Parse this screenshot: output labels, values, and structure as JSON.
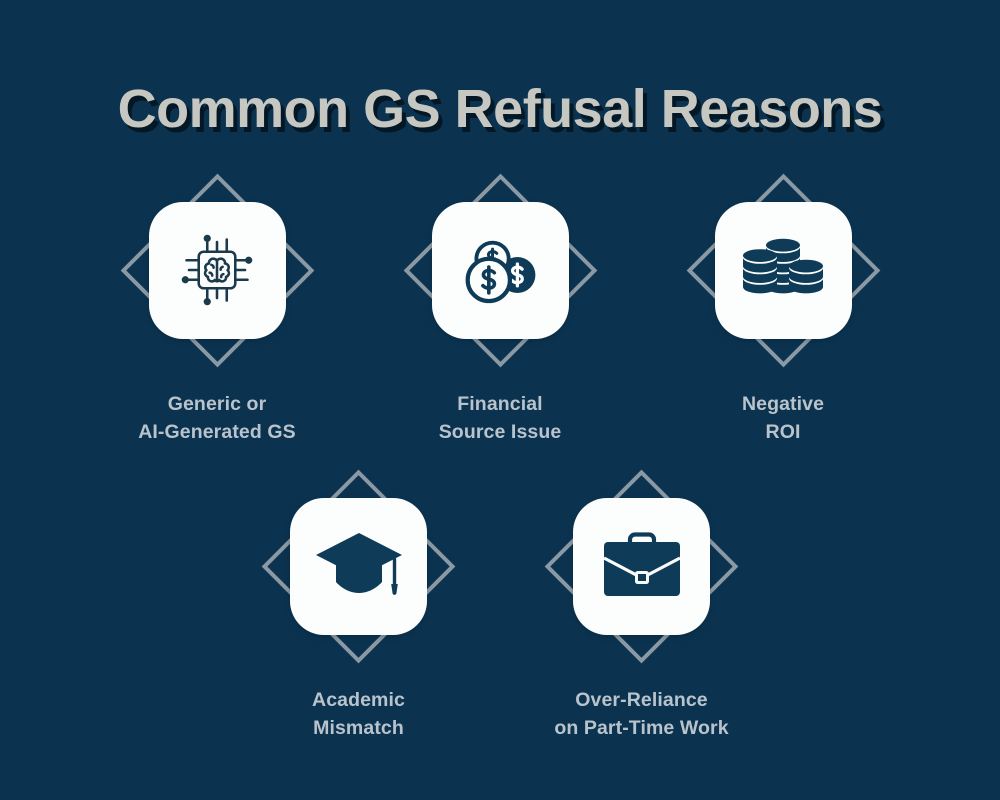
{
  "page": {
    "title": "Common GS Refusal Reasons",
    "background_color": "#0b3350",
    "title_color": "#c7c7c2",
    "label_color": "#b9c3cb",
    "diamond_color": "#8a99a4",
    "card_color": "#fcfdfd",
    "icon_color": "#0e3c58"
  },
  "items": [
    {
      "icon": "ai-chip-brain-icon",
      "label": "Generic or\nAI-Generated GS",
      "line1": "Generic or",
      "line2": "AI-Generated GS"
    },
    {
      "icon": "dollar-coins-icon",
      "label": "Financial\nSource Issue",
      "line1": "Financial",
      "line2": "Source Issue"
    },
    {
      "icon": "coin-stacks-icon",
      "label": "Negative\nROI",
      "line1": "Negative",
      "line2": "ROI"
    },
    {
      "icon": "graduation-cap-icon",
      "label": "Academic\nMismatch",
      "line1": "Academic",
      "line2": "Mismatch"
    },
    {
      "icon": "briefcase-icon",
      "label": "Over-Reliance\non Part-Time Work",
      "line1": "Over-Reliance",
      "line2": "on Part-Time Work"
    }
  ]
}
